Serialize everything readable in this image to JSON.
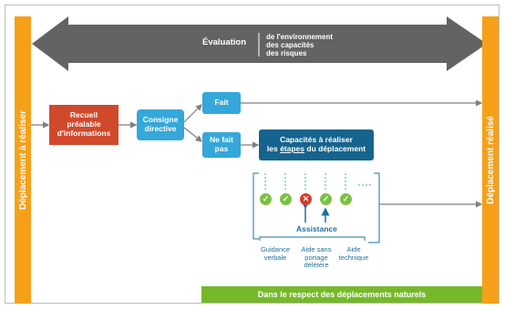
{
  "sides": {
    "left": "Déplacement à réaliser",
    "right": "Déplacement réalisé"
  },
  "evaluation": {
    "label": "Évaluation",
    "items": [
      "de l'environnement",
      "des capacités",
      "des risques"
    ]
  },
  "steps": {
    "recueil": [
      "Recueil",
      "préalable",
      "d'informations"
    ],
    "consigne": [
      "Consigne",
      "directive"
    ],
    "fait": "Fait",
    "ne_fait_pas": [
      "Ne fait",
      "pas"
    ],
    "capacites_line1": "Capacités à réaliser",
    "capacites_prefix": "les ",
    "capacites_underlined": "étapes",
    "capacites_suffix": " du déplacement"
  },
  "checks": [
    "ok",
    "ok",
    "ko",
    "ok",
    "ok"
  ],
  "assistance": {
    "label": "Assistance",
    "types": [
      [
        "Guidance",
        "verbale"
      ],
      [
        "Aide sans",
        "portage",
        "délétère"
      ],
      [
        "Aide",
        "technique"
      ]
    ]
  },
  "footer": "Dans le respect des déplacements naturels",
  "colors": {
    "orange": "#f6a01a",
    "red": "#d1492b",
    "light_blue": "#35a7d9",
    "dark_blue": "#15648e",
    "green": "#76b82a",
    "gray_arrow": "#636363"
  }
}
